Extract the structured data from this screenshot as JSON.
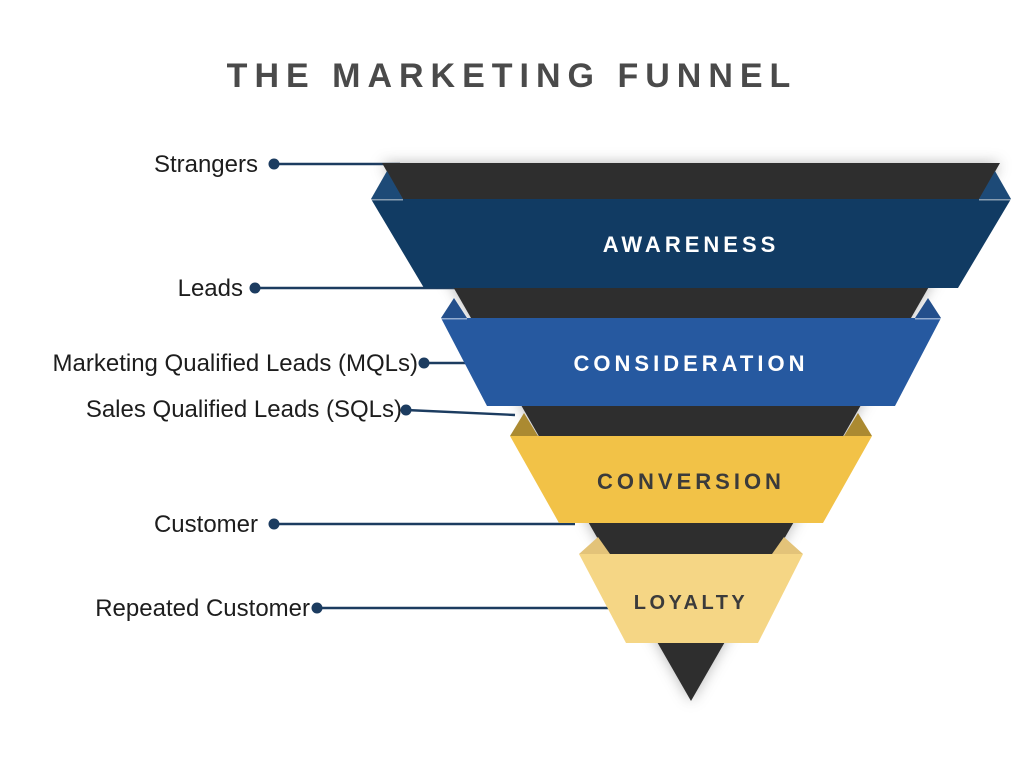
{
  "title": "THE MARKETING FUNNEL",
  "connector": {
    "color": "#1c3c60"
  },
  "funnel": {
    "core_color": "#2e2e2e",
    "stages": [
      {
        "label": "AWARENESS",
        "color": "#113b63",
        "fold_color": "#1d4a77",
        "text_color": "#ffffff"
      },
      {
        "label": "CONSIDERATION",
        "color": "#2659a0",
        "fold_color": "#234f8c",
        "text_color": "#ffffff"
      },
      {
        "label": "CONVERSION",
        "color": "#f2c247",
        "fold_color": "#ab8a31",
        "text_color": "#3b3b3b"
      },
      {
        "label": "LOYALTY",
        "color": "#f5d685",
        "fold_color": "#e3c379",
        "text_color": "#3b3b3b"
      }
    ]
  },
  "side_labels": [
    {
      "text": "Strangers"
    },
    {
      "text": "Leads"
    },
    {
      "text": "Marketing Qualified Leads (MQLs)"
    },
    {
      "text": "Sales Qualified Leads (SQLs)"
    },
    {
      "text": "Customer"
    },
    {
      "text": "Repeated Customer"
    }
  ]
}
